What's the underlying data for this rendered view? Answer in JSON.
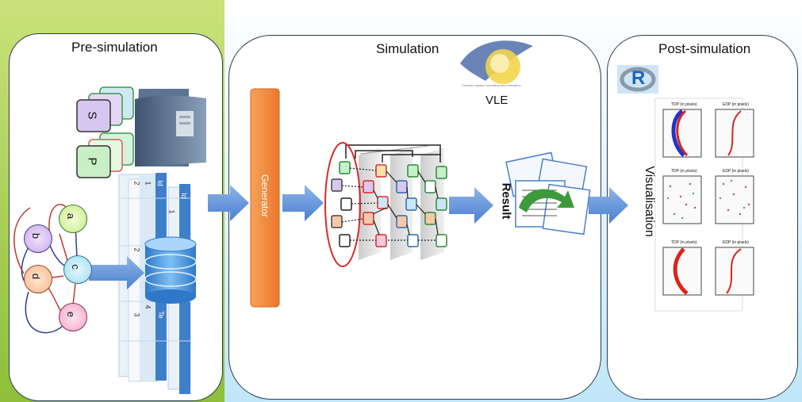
{
  "panels": {
    "pre": {
      "title": "Pre-simulation"
    },
    "sim": {
      "title": "Simulation",
      "engine_label": "VLE",
      "logo_tagline": "Complex system modelling and simulation"
    },
    "post": {
      "title": "Post-simulation",
      "r_logo": "R"
    }
  },
  "pre_items": {
    "card_s": "S",
    "card_p": "P",
    "nodes": [
      "a",
      "b",
      "c",
      "d",
      "e"
    ],
    "table_headers": [
      "Id",
      "Id",
      "Te"
    ],
    "table_digits": [
      "1",
      "2",
      "1",
      "2",
      "4",
      "3"
    ]
  },
  "generator_label": "Generator",
  "result_label": "Result",
  "visualisation_label": "Visualisation",
  "plot_titles": [
    "TDP (in pixels)",
    "EDP (in pixels)",
    "TDP (in pixels)",
    "EDP (in pixels)",
    "TDP (in pixels)",
    "EDP (in pixels)"
  ],
  "colors": {
    "left_background": "#9fcb4a",
    "right_background": "#dff3fc",
    "arrow": "#5b8ed6",
    "generator": "#f08a3c",
    "plot_red": "#d9241c",
    "plot_blue": "#2233c9"
  }
}
